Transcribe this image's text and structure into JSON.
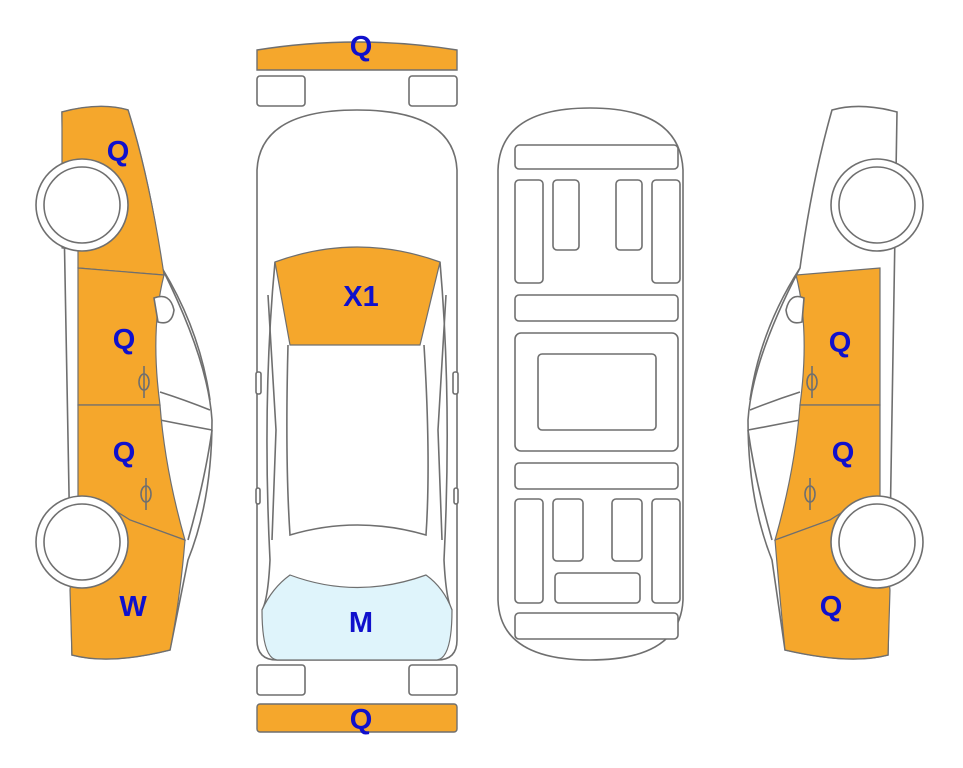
{
  "colors": {
    "damaged_panel": "#F5A72C",
    "light_panel": "#DFF4FB",
    "label_text": "#1010CC",
    "outline": "#6F6F6F",
    "background": "#FFFFFF"
  },
  "labels": {
    "front_bumper": "Q",
    "left_front_fender": "Q",
    "left_front_door": "Q",
    "left_rear_door": "Q",
    "left_rear_quarter": "W",
    "hood": "X1",
    "rear_window": "M",
    "rear_bumper": "Q",
    "right_front_door": "Q",
    "right_rear_door": "Q",
    "right_rear_quarter": "Q"
  }
}
